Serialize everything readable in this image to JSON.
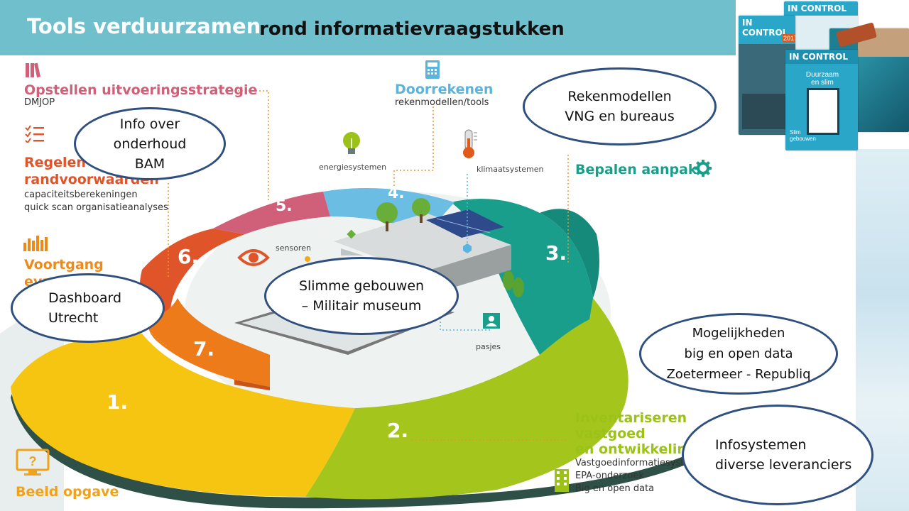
{
  "header": {
    "title": "Tools verduurzamen",
    "subtitle": "rond  informatievraagstukken"
  },
  "steps": [
    {
      "title": "Opstellen uitvoeringsstrategie",
      "sub": "DMJOP",
      "color": "#d0607a"
    },
    {
      "title_line1": "Regelen",
      "title_line2": "randvoorwaarden",
      "sub_line1": "capaciteitsberekeningen",
      "sub_line2": "quick scan organisatieanalyses",
      "color": "#e0542a"
    },
    {
      "title_line1": "Voortgang",
      "title_line2": "eva",
      "color": "#ee8a1a"
    },
    {
      "title": "Doorrekenen",
      "sub": "rekenmodellen/tools",
      "color": "#5ab4de"
    },
    {
      "title": "Bepalen aanpak",
      "color": "#1a9e8c"
    },
    {
      "title_line1": "Inventariseren",
      "title_line2": "vastgoed",
      "title_line3": "en ontwikkelin",
      "sub_line1": "Vastgoedinformatiesystee",
      "sub_line2": "EPA-onderzoek",
      "sub_line3": "Big en open data",
      "color": "#9cc21a"
    },
    {
      "title": "Beeld opgave",
      "color": "#f0a21a"
    }
  ],
  "numbers": [
    "1.",
    "2.",
    "3.",
    "4.",
    "5.",
    "6.",
    "7."
  ],
  "scene_labels": {
    "energy": "energiesystemen",
    "climate": "klimaatsystemen",
    "sensors": "sensoren",
    "badges": "pasjes"
  },
  "callouts": {
    "c1": [
      "Info over",
      "onderhoud",
      "BAM"
    ],
    "c2": [
      "Rekenmodellen",
      "VNG en bureaus"
    ],
    "c3": [
      "Dashboard",
      "Utrecht"
    ],
    "c4": [
      "Slimme gebouwen",
      "– Militair museum"
    ],
    "c5": [
      "Mogelijkheden",
      "big en open data",
      "Zoetermeer - Republiq"
    ],
    "c6": [
      "Infosystemen",
      "diverse leveranciers"
    ]
  },
  "magazines": {
    "brand": "IN CONTROL",
    "year": "2017",
    "cover_title_line1": "Duurzaam",
    "cover_title_line2": "en slim",
    "cover_tag": "Slim",
    "cover_tag2": "gebouwen"
  },
  "icons": [
    "books-icon",
    "checklist-icon",
    "bar-chart-icon",
    "calculator-icon",
    "gear-icon",
    "monitor-question-icon",
    "building-icon",
    "lightbulb-icon",
    "thermometer-icon",
    "eye-icon",
    "id-badge-icon"
  ]
}
